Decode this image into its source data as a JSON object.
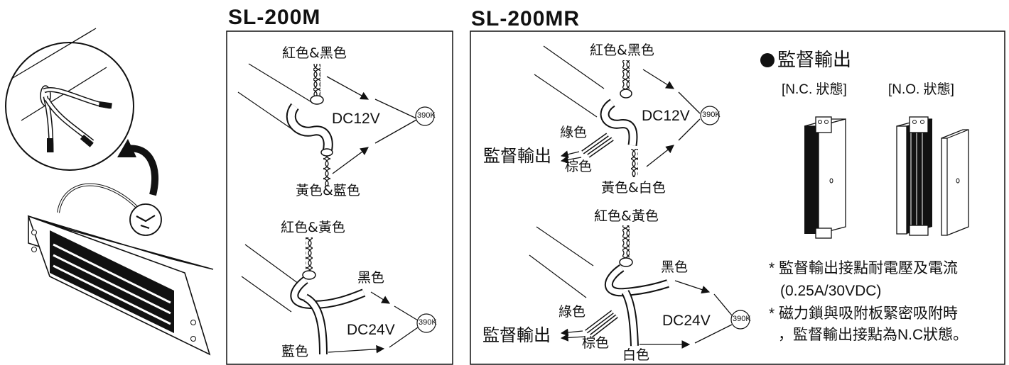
{
  "models": {
    "left": "SL-200M",
    "right": "SL-200MR"
  },
  "sl200m": {
    "top_wires": "紅色&黑色",
    "top_voltage": "DC12V",
    "top_resistor": "390K",
    "top_bottom_wires": "黃色&藍色",
    "bot_wires": "紅色&黃色",
    "bot_black": "黑色",
    "bot_voltage": "DC24V",
    "bot_resistor": "390K",
    "bot_blue": "藍色"
  },
  "sl200mr": {
    "top_wires": "紅色&黑色",
    "top_voltage": "DC12V",
    "top_resistor": "390K",
    "top_green": "綠色",
    "top_monitor": "監督輸出",
    "top_brown": "棕色",
    "top_bottom_wires": "黃色&白色",
    "bot_wires": "紅色&黃色",
    "bot_black": "黑色",
    "bot_green": "綠色",
    "bot_voltage": "DC24V",
    "bot_resistor": "390K",
    "bot_monitor": "監督輸出",
    "bot_brown": "棕色",
    "bot_white": "白色"
  },
  "monitor": {
    "heading": "監督輸出",
    "nc_label": "[N.C. 狀態]",
    "no_label": "[N.O. 狀態]",
    "note1_line1": "* 監督輸出接點耐電壓及電流",
    "note1_line2": "(0.25A/30VDC)",
    "note2_line1": "* 磁力鎖與吸附板緊密吸附時",
    "note2_line2": "，監督輸出接點為N.C狀態。"
  }
}
